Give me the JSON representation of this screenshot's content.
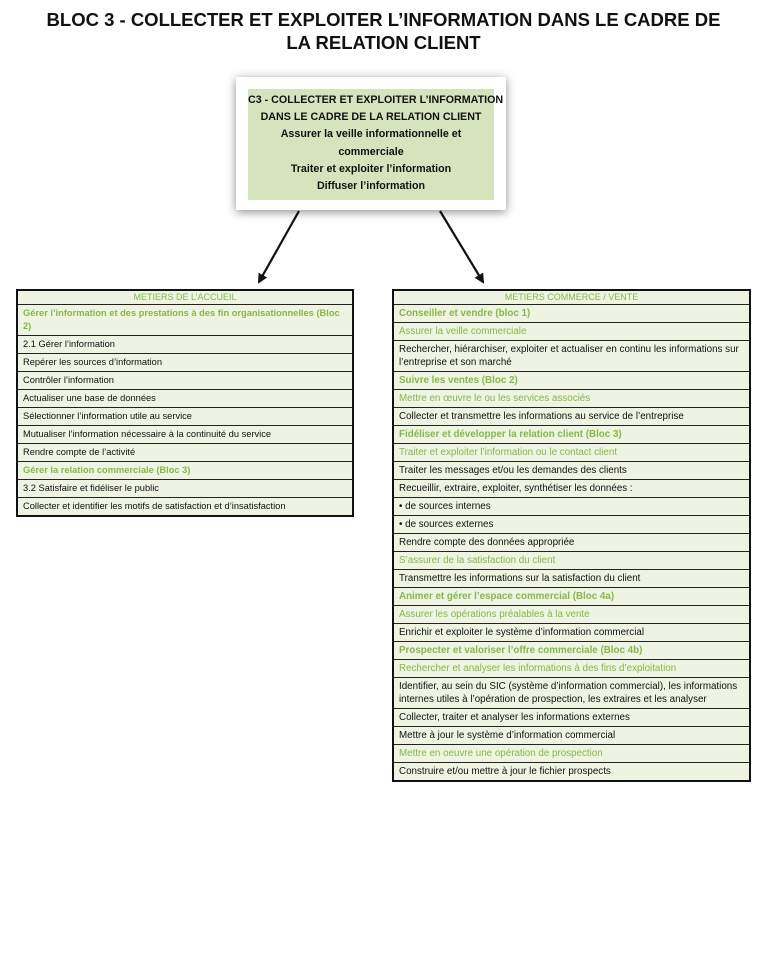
{
  "title": {
    "line1": "BLOC 3 - COLLECTER ET EXPLOITER L’INFORMATION DANS LE CADRE DE",
    "line2": "LA RELATION CLIENT"
  },
  "top_box": {
    "lines": [
      "C3 - COLLECTER ET EXPLOITER L’INFORMATION",
      "DANS LE CADRE DE LA RELATION CLIENT",
      "Assurer la veille informationnelle et",
      "commerciale",
      "Traiter et exploiter l’information",
      "Diffuser l’information"
    ]
  },
  "left_table": {
    "header": "METIERS DE L’ACCUEIL",
    "rows": [
      {
        "text": "Gérer l’information et des prestations à des fin organisationnelles (Bloc 2)",
        "style": "green-bold"
      },
      {
        "text": "2.1 Gérer l’information",
        "style": "normal"
      },
      {
        "text": "Repérer les sources d’information",
        "style": "normal"
      },
      {
        "text": "Contrôler l’information",
        "style": "normal"
      },
      {
        "text": "Actualiser une base de données",
        "style": "normal"
      },
      {
        "text": "Sélectionner l’information utile au service",
        "style": "normal"
      },
      {
        "text": "Mutualiser l’information nécessaire à la continuité du service",
        "style": "normal"
      },
      {
        "text": "Rendre compte de l’activité",
        "style": "normal"
      },
      {
        "text": "Gérer la relation commerciale (Bloc 3)",
        "style": "green-bold"
      },
      {
        "text": "3.2 Satisfaire et fidéliser le public",
        "style": "normal"
      },
      {
        "text": "Collecter et identifier les motifs de satisfaction et d’insatisfaction",
        "style": "normal"
      }
    ]
  },
  "right_table": {
    "header": "METIERS COMMERCE / VENTE",
    "rows": [
      {
        "text": "Conseiller et vendre (bloc 1)",
        "style": "green-bold"
      },
      {
        "text": "Assurer la veille commerciale",
        "style": "green"
      },
      {
        "text": "Rechercher, hiérarchiser, exploiter et actualiser en continu les informations sur l’entreprise et son marché",
        "style": "normal"
      },
      {
        "text": "Suivre les ventes (Bloc 2)",
        "style": "green-bold"
      },
      {
        "text": "Mettre en œuvre le ou les services associés",
        "style": "green"
      },
      {
        "text": "Collecter et transmettre les informations au service de l’entreprise",
        "style": "normal"
      },
      {
        "text": "Fidéliser et développer la relation client (Bloc 3)",
        "style": "green-bold"
      },
      {
        "text": "Traiter et exploiter l’information ou le contact client",
        "style": "green"
      },
      {
        "text": "Traiter les messages et/ou les demandes des clients",
        "style": "normal"
      },
      {
        "text": "Recueillir, extraire, exploiter, synthétiser les données :",
        "style": "normal"
      },
      {
        "text": "• de sources internes",
        "style": "normal"
      },
      {
        "text": "• de sources externes",
        "style": "normal"
      },
      {
        "text": "Rendre compte des données appropriée",
        "style": "normal"
      },
      {
        "text": "S’assurer de la satisfaction du client",
        "style": "green"
      },
      {
        "text": "Transmettre les informations sur la satisfaction du client",
        "style": "normal"
      },
      {
        "text": "Animer et gérer l’espace commercial (Bloc 4a)",
        "style": "green-bold"
      },
      {
        "text": "Assurer les opérations préalables à la vente",
        "style": "green"
      },
      {
        "text": "Enrichir et exploiter le système d’information commercial",
        "style": "normal"
      },
      {
        "text": "Prospecter et valoriser l’offre commerciale (Bloc 4b)",
        "style": "green-bold"
      },
      {
        "text": "Rechercher et analyser les informations à des fins d’exploitation",
        "style": "green"
      },
      {
        "text": "Identifier, au sein du SIC (système d’information commercial), les informations internes utiles à l’opération de prospection, les extraires et les analyser",
        "style": "normal"
      },
      {
        "text": "Collecter, traiter et analyser les informations externes",
        "style": "normal"
      },
      {
        "text": "Mettre à jour le système d’information commercial",
        "style": "normal"
      },
      {
        "text": "Mettre en oeuvre une opération de prospection",
        "style": "green"
      },
      {
        "text": "Construire et/ou mettre à jour le fichier prospects",
        "style": "normal"
      }
    ]
  },
  "colors": {
    "green_text": "#86b84a",
    "top_box_fill": "#d6e4bd",
    "table_fill": "#eef3e2"
  }
}
